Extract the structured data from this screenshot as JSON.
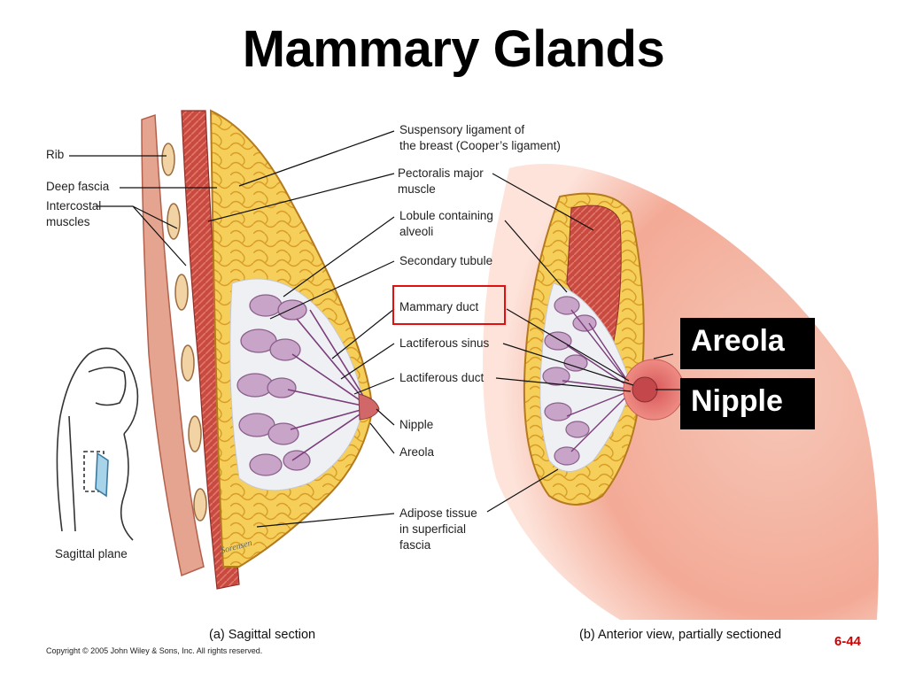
{
  "title": "Mammary Glands",
  "labels": {
    "rib": "Rib",
    "deep_fascia": "Deep fascia",
    "intercostal_muscles": "Intercostal\nmuscles",
    "sagittal_plane": "Sagittal plane",
    "suspensory_ligament": "Suspensory ligament of\nthe breast (Cooper’s ligament)",
    "pectoralis_major": "Pectoralis major\nmuscle",
    "lobule": "Lobule containing\nalveoli",
    "secondary_tubule": "Secondary tubule",
    "mammary_duct": "Mammary duct",
    "lactiferous_sinus": "Lactiferous sinus",
    "lactiferous_duct": "Lactiferous duct",
    "nipple": "Nipple",
    "areola": "Areola",
    "adipose_tissue": "Adipose tissue\nin superficial\nfascia"
  },
  "callouts": {
    "areola": "Areola",
    "nipple": "Nipple"
  },
  "captions": {
    "a": "(a) Sagittal section",
    "b": "(b) Anterior view, partially sectioned"
  },
  "copyright": "Copyright © 2005 John Wiley & Sons, Inc.  All rights reserved.",
  "slide_number": "6-44",
  "colors": {
    "title": "#000000",
    "highlight": "#e01010",
    "slide_number": "#d10000",
    "muscle": "#c8463f",
    "adipose": "#f2c23a",
    "lobule": "#c9a4c9",
    "skin": "#f4b3a3"
  }
}
